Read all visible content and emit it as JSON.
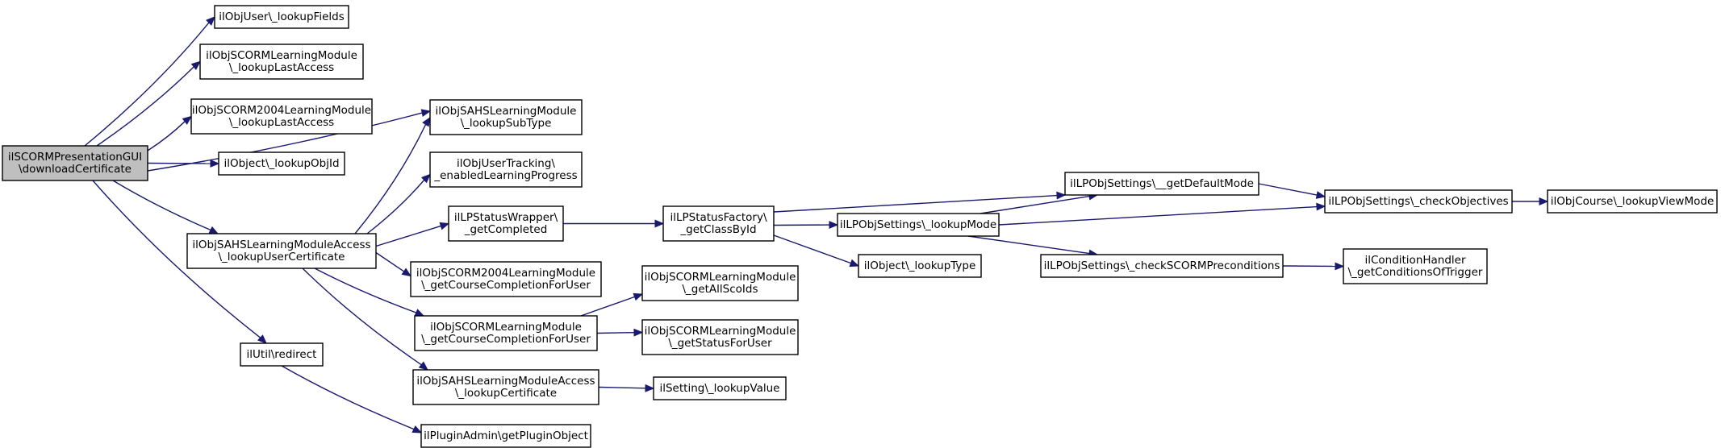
{
  "nodes": [
    {
      "id": "n0",
      "lines": [
        "ilSCORMPresentationGUI",
        "\\downloadCertificate"
      ],
      "root": true
    },
    {
      "id": "n1",
      "lines": [
        "ilObjUser\\_lookupFields"
      ]
    },
    {
      "id": "n2",
      "lines": [
        "ilObjSCORMLearningModule",
        "\\_lookupLastAccess"
      ]
    },
    {
      "id": "n3",
      "lines": [
        "ilObjSCORM2004LearningModule",
        "\\_lookupLastAccess"
      ]
    },
    {
      "id": "n4",
      "lines": [
        "ilObject\\_lookupObjId"
      ]
    },
    {
      "id": "n5",
      "lines": [
        "ilObjSAHSLearningModule",
        "\\_lookupSubType"
      ]
    },
    {
      "id": "n6",
      "lines": [
        "ilObjSAHSLearningModuleAccess",
        "\\_lookupUserCertificate"
      ]
    },
    {
      "id": "n7",
      "lines": [
        "ilUtil\\redirect"
      ]
    },
    {
      "id": "n8",
      "lines": [
        "ilObjUserTracking\\",
        "_enabledLearningProgress"
      ]
    },
    {
      "id": "n9",
      "lines": [
        "ilLPStatusWrapper\\",
        "_getCompleted"
      ]
    },
    {
      "id": "n10",
      "lines": [
        "ilObjSCORM2004LearningModule",
        "\\_getCourseCompletionForUser"
      ]
    },
    {
      "id": "n11",
      "lines": [
        "ilObjSCORMLearningModule",
        "\\_getCourseCompletionForUser"
      ]
    },
    {
      "id": "n12",
      "lines": [
        "ilObjSAHSLearningModuleAccess",
        "\\_lookupCertificate"
      ]
    },
    {
      "id": "n13",
      "lines": [
        "ilPluginAdmin\\getPluginObject"
      ]
    },
    {
      "id": "n14",
      "lines": [
        "ilLPStatusFactory\\",
        "_getClassById"
      ]
    },
    {
      "id": "n15",
      "lines": [
        "ilObjSCORMLearningModule",
        "\\_getAllScoIds"
      ]
    },
    {
      "id": "n16",
      "lines": [
        "ilObjSCORMLearningModule",
        "\\_getStatusForUser"
      ]
    },
    {
      "id": "n17",
      "lines": [
        "ilSetting\\_lookupValue"
      ]
    },
    {
      "id": "n18",
      "lines": [
        "ilLPObjSettings\\__getDefaultMode"
      ]
    },
    {
      "id": "n19",
      "lines": [
        "ilLPObjSettings\\_lookupMode"
      ]
    },
    {
      "id": "n20",
      "lines": [
        "ilObject\\_lookupType"
      ]
    },
    {
      "id": "n21",
      "lines": [
        "ilLPObjSettings\\_checkSCORMPreconditions"
      ]
    },
    {
      "id": "n22",
      "lines": [
        "ilLPObjSettings\\_checkObjectives"
      ]
    },
    {
      "id": "n23",
      "lines": [
        "ilConditionHandler",
        "\\_getConditionsOfTrigger"
      ]
    },
    {
      "id": "n24",
      "lines": [
        "ilObjCourse\\_lookupViewMode"
      ]
    }
  ],
  "edges": [
    [
      "n0",
      "n1"
    ],
    [
      "n0",
      "n2"
    ],
    [
      "n0",
      "n3"
    ],
    [
      "n0",
      "n4"
    ],
    [
      "n0",
      "n5"
    ],
    [
      "n0",
      "n6"
    ],
    [
      "n0",
      "n7"
    ],
    [
      "n6",
      "n5"
    ],
    [
      "n6",
      "n8"
    ],
    [
      "n6",
      "n9"
    ],
    [
      "n6",
      "n10"
    ],
    [
      "n6",
      "n11"
    ],
    [
      "n6",
      "n12"
    ],
    [
      "n7",
      "n13"
    ],
    [
      "n9",
      "n14"
    ],
    [
      "n11",
      "n15"
    ],
    [
      "n11",
      "n16"
    ],
    [
      "n12",
      "n17"
    ],
    [
      "n14",
      "n18"
    ],
    [
      "n14",
      "n19"
    ],
    [
      "n14",
      "n20"
    ],
    [
      "n19",
      "n18"
    ],
    [
      "n19",
      "n21"
    ],
    [
      "n19",
      "n22"
    ],
    [
      "n18",
      "n22"
    ],
    [
      "n21",
      "n23"
    ],
    [
      "n22",
      "n24"
    ]
  ],
  "colors": {
    "edge": "#191970",
    "root_fill": "#bfbfbf",
    "node_fill": "#ffffff",
    "border": "#000000"
  }
}
